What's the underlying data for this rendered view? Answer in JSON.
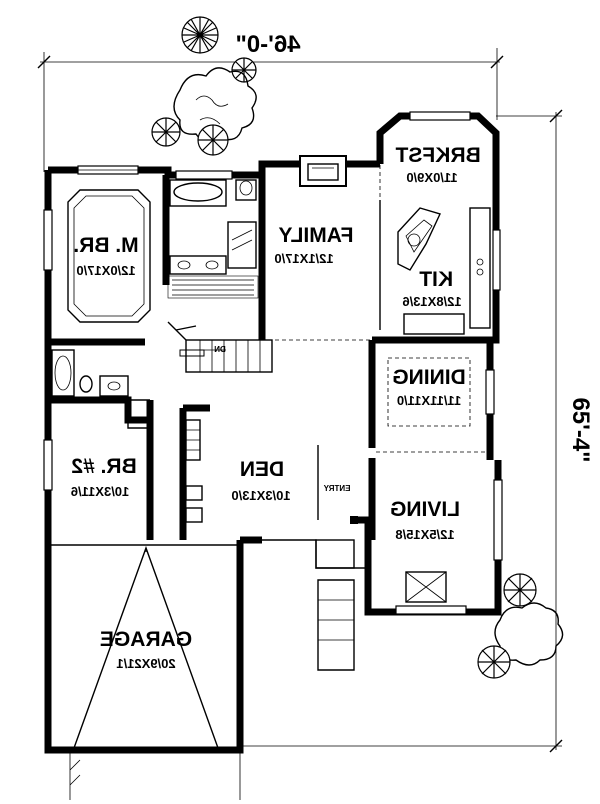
{
  "dimensions": {
    "width_label": "46'-0\"",
    "depth_label": "65'-4\""
  },
  "rooms": {
    "brkfst": {
      "name": "BRKFST",
      "size": "11/0X9/0"
    },
    "kit": {
      "name": "KIT",
      "size": "12/8X13/6"
    },
    "family": {
      "name": "FAMILY",
      "size": "12/1X17/0"
    },
    "master": {
      "name": "M. BR.",
      "size": "12/0X17/0"
    },
    "dining": {
      "name": "DINING",
      "size": "11/11X11/0"
    },
    "br2": {
      "name": "BR. #2",
      "size": "10/3X11/6"
    },
    "den": {
      "name": "DEN",
      "size": "10/3X13/0"
    },
    "living": {
      "name": "LIVING",
      "size": "12/5X15/8"
    },
    "garage": {
      "name": "GARAGE",
      "size": "20/9X21/1"
    }
  },
  "labels": {
    "entry": "ENTRY",
    "stair_dn": "DN"
  }
}
